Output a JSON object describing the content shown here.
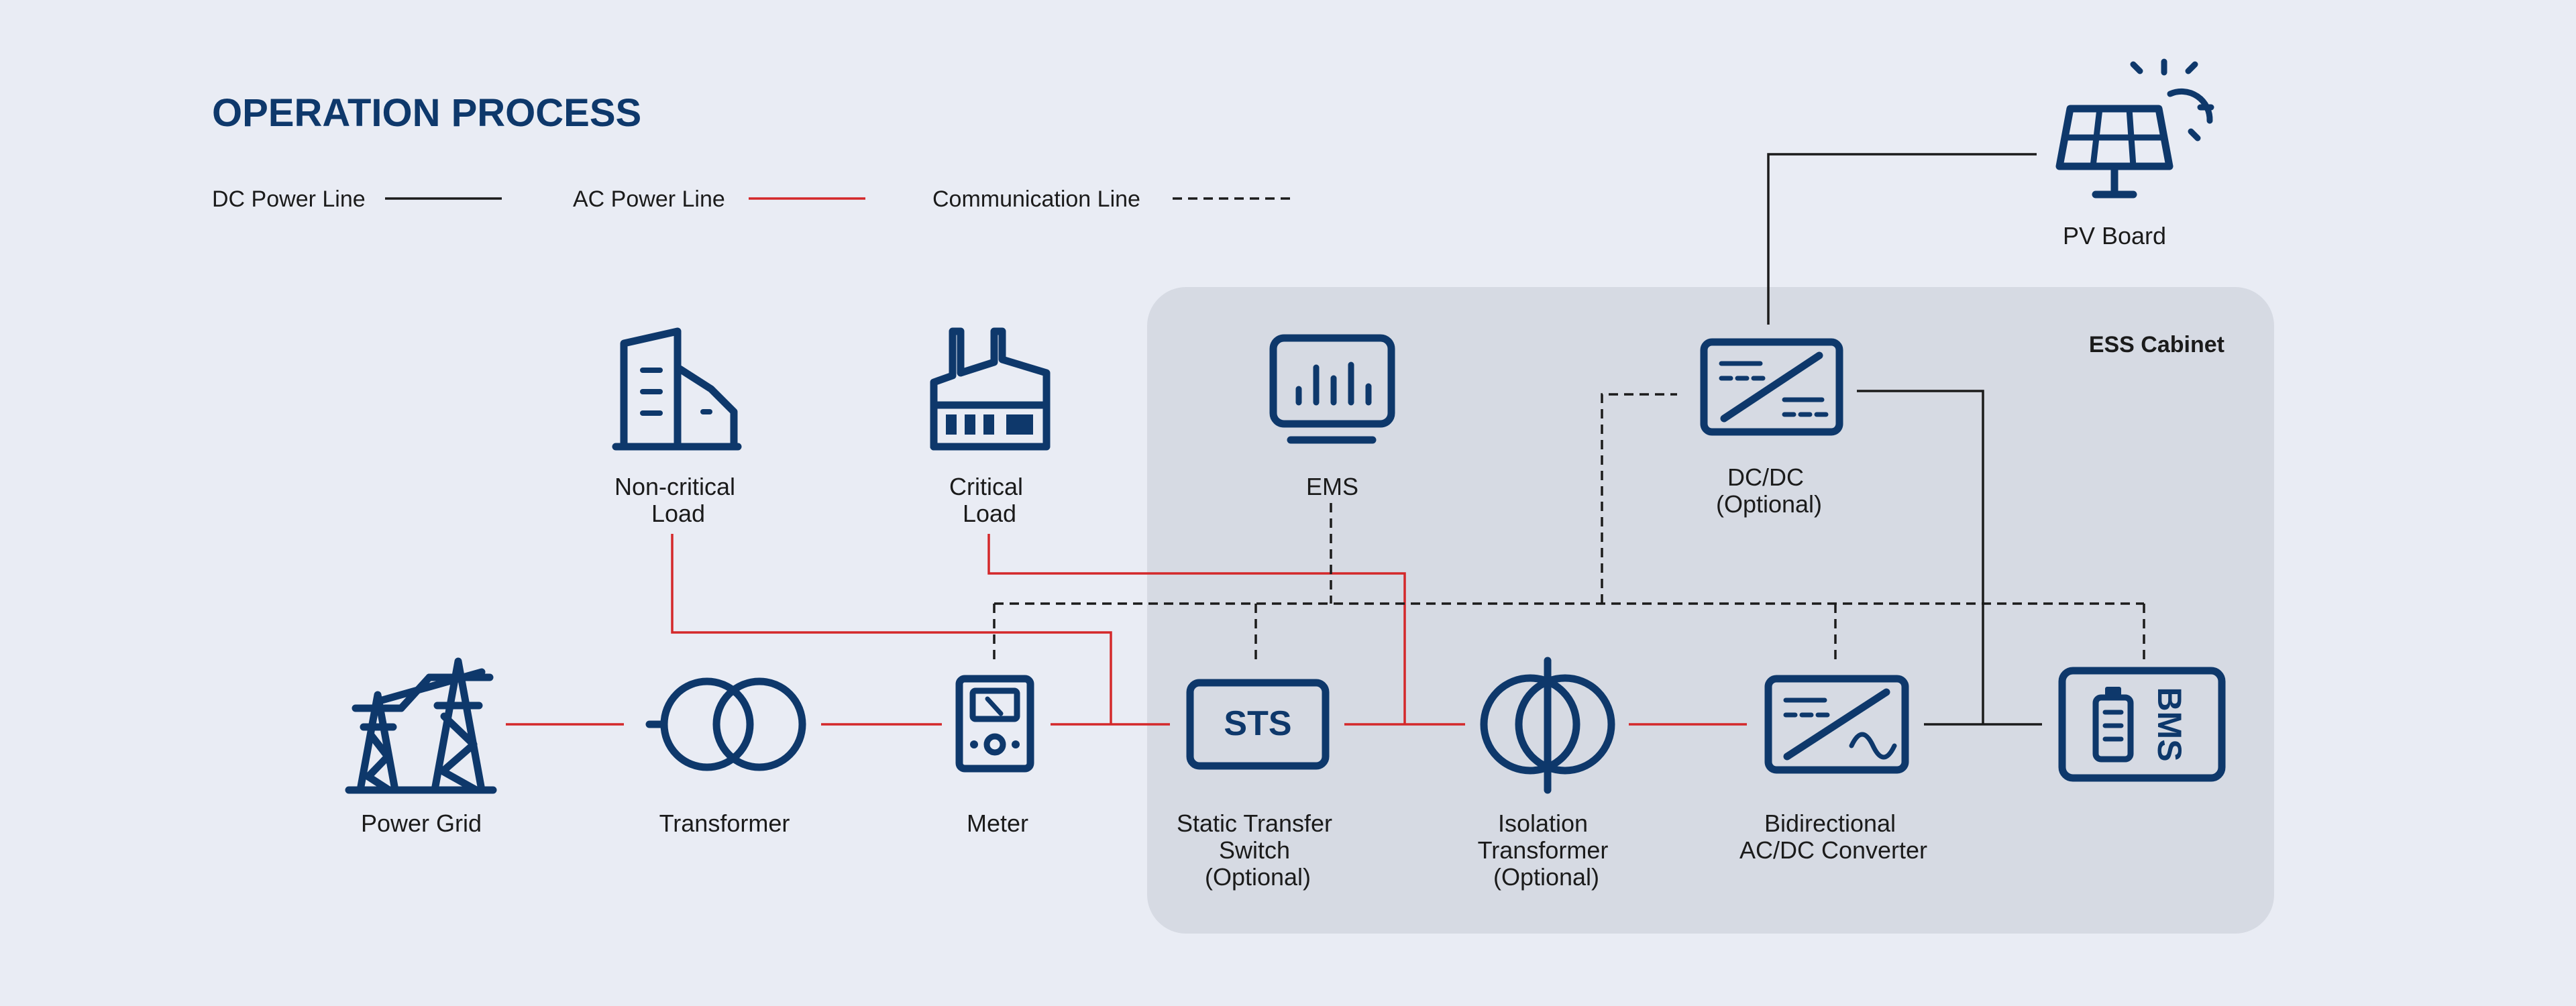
{
  "title": "OPERATION PROCESS",
  "legend": {
    "dc": "DC Power Line",
    "ac": "AC Power Line",
    "comm": "Communication Line"
  },
  "colors": {
    "background": "#e9ecf4",
    "cabinet": "#d6dae3",
    "icon": "#0e386b",
    "ac_line": "#d4282a",
    "dc_line": "#1b1b1b"
  },
  "cabinet_label": "ESS Cabinet",
  "components": {
    "power_grid": [
      "Power Grid"
    ],
    "transformer": [
      "Transformer"
    ],
    "meter": [
      "Meter"
    ],
    "sts": [
      "Static Transfer",
      "Switch",
      "(Optional)"
    ],
    "isolation": [
      "Isolation",
      "Transformer",
      "(Optional)"
    ],
    "converter": [
      "Bidirectional",
      "AC/DC Converter"
    ],
    "noncritical": [
      "Non-critical",
      "Load"
    ],
    "critical": [
      "Critical",
      "Load"
    ],
    "ems": [
      "EMS"
    ],
    "dcdc": [
      "DC/DC",
      "(Optional)"
    ],
    "pv": [
      "PV Board"
    ]
  },
  "icon_text": {
    "sts": "STS",
    "bms": "BMS"
  }
}
